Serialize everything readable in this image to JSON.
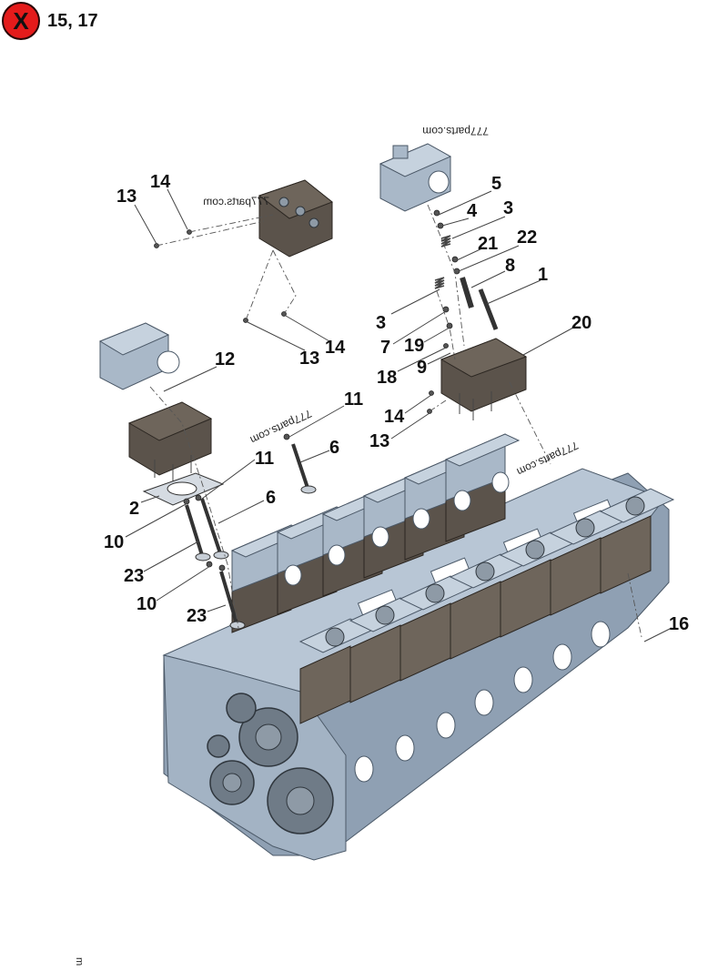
{
  "header": {
    "badge_icon": "x-circle-icon",
    "badge_text": "X",
    "badge_color": "#e41b1b",
    "refs": "15, 17"
  },
  "callouts": [
    {
      "id": "c13a",
      "text": "13"
    },
    {
      "id": "c14a",
      "text": "14"
    },
    {
      "id": "c5",
      "text": "5"
    },
    {
      "id": "c4",
      "text": "4"
    },
    {
      "id": "c3a",
      "text": "3"
    },
    {
      "id": "c21",
      "text": "21"
    },
    {
      "id": "c22",
      "text": "22"
    },
    {
      "id": "c8",
      "text": "8"
    },
    {
      "id": "c1",
      "text": "1"
    },
    {
      "id": "c3b",
      "text": "3"
    },
    {
      "id": "c20",
      "text": "20"
    },
    {
      "id": "c7",
      "text": "7"
    },
    {
      "id": "c19",
      "text": "19"
    },
    {
      "id": "c13b",
      "text": "13"
    },
    {
      "id": "c14b",
      "text": "14"
    },
    {
      "id": "c12",
      "text": "12"
    },
    {
      "id": "c18",
      "text": "18"
    },
    {
      "id": "c9",
      "text": "9"
    },
    {
      "id": "c11a",
      "text": "11"
    },
    {
      "id": "c14c",
      "text": "14"
    },
    {
      "id": "c13c",
      "text": "13"
    },
    {
      "id": "c6a",
      "text": "6"
    },
    {
      "id": "c11b",
      "text": "11"
    },
    {
      "id": "c2",
      "text": "2"
    },
    {
      "id": "c6b",
      "text": "6"
    },
    {
      "id": "c10a",
      "text": "10"
    },
    {
      "id": "c23a",
      "text": "23"
    },
    {
      "id": "c10b",
      "text": "10"
    },
    {
      "id": "c23b",
      "text": "23"
    },
    {
      "id": "c16",
      "text": "16"
    }
  ],
  "watermarks": {
    "w1": "777parts.com",
    "w2": "777parts.com",
    "w3": "777parts.com",
    "w4": "777parts.com"
  },
  "footer_mark": "m"
}
